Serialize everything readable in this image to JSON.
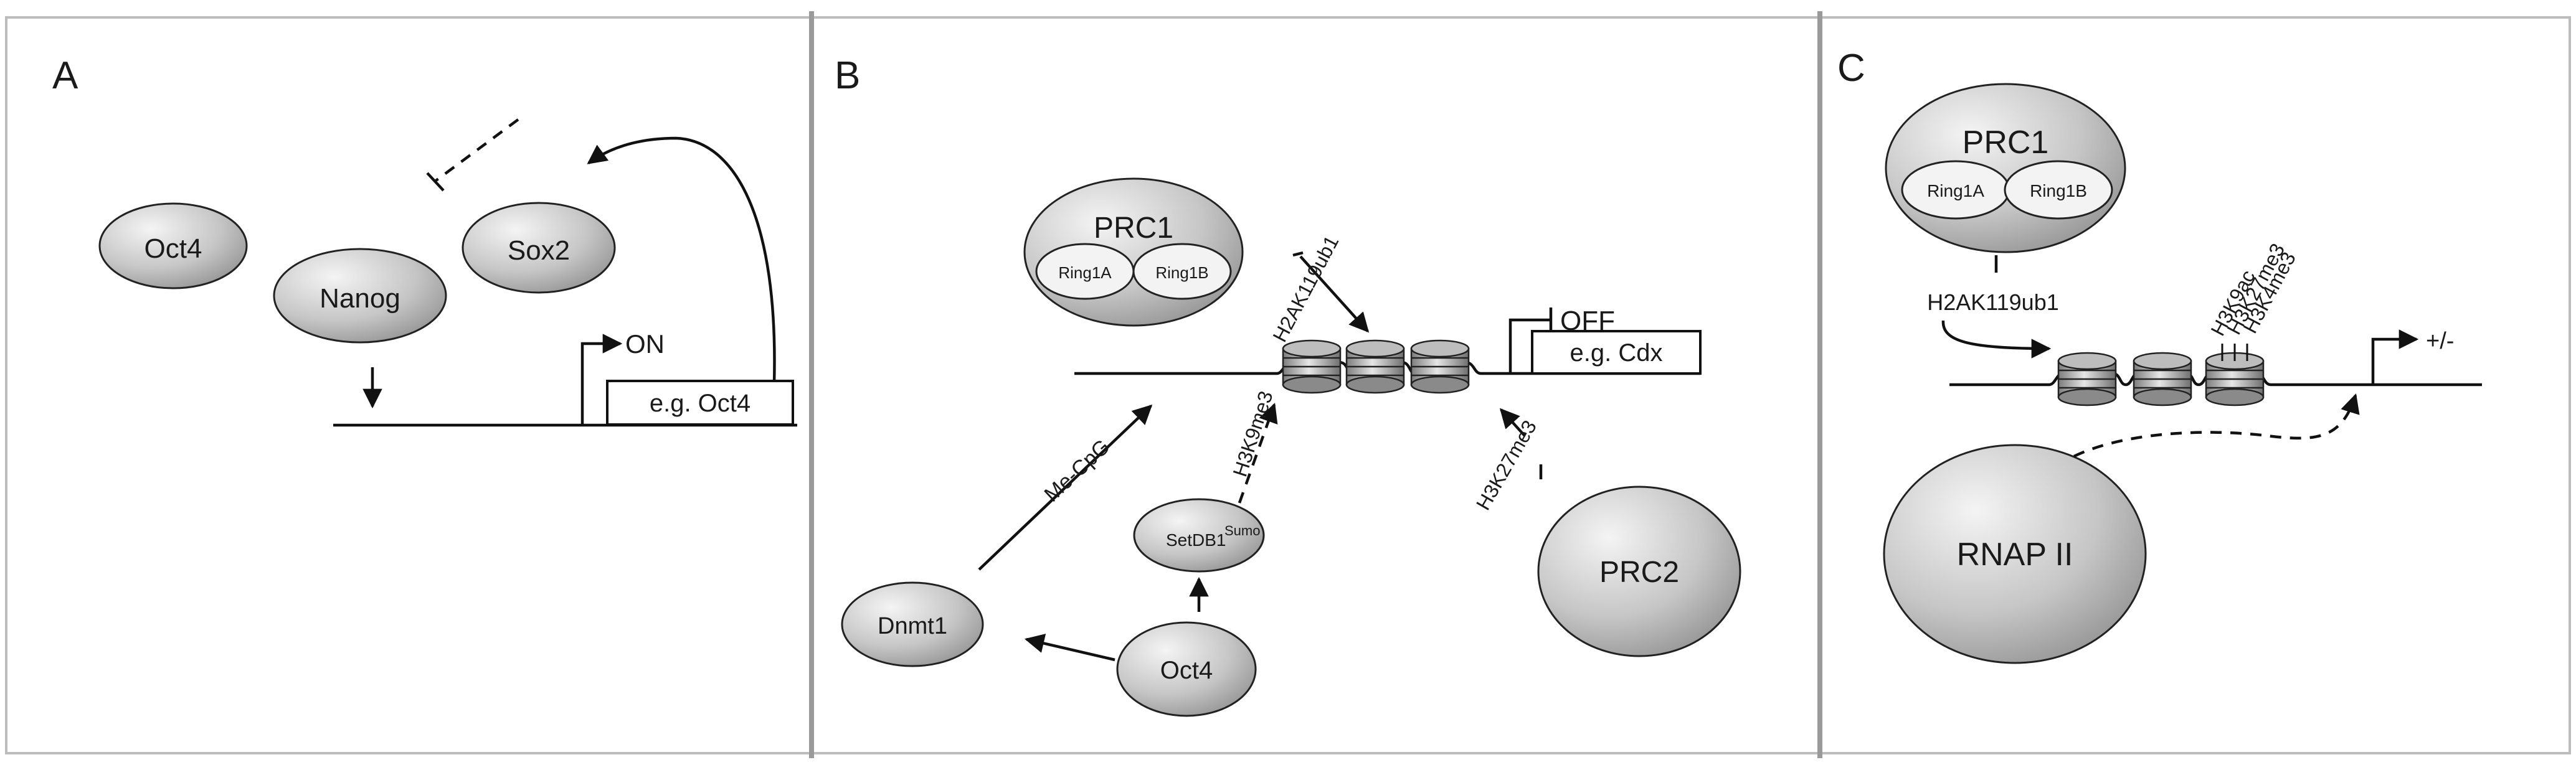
{
  "panels": {
    "a": {
      "letter": "A",
      "proteins": {
        "oct4": "Oct4",
        "nanog": "Nanog",
        "sox2": "Sox2"
      },
      "on_label": "ON",
      "gene_label": "e.g. Oct4"
    },
    "b": {
      "letter": "B",
      "prc1": "PRC1",
      "ring1a": "Ring1A",
      "ring1b": "Ring1B",
      "h2ak119ub1": "H2AK119ub1",
      "off_label": "OFF",
      "gene_label": "e.g. Cdx",
      "me_cpg": "Me-CpG",
      "h3k9me3": "H3K9me3",
      "h3k27me3": "H3K27me3",
      "setdb1": "SetDB1",
      "sumo": "Sumo",
      "dnmt1": "Dnmt1",
      "oct4": "Oct4",
      "prc2": "PRC2"
    },
    "c": {
      "letter": "C",
      "prc1": "PRC1",
      "ring1a": "Ring1A",
      "ring1b": "Ring1B",
      "h2ak119ub1": "H2AK119ub1",
      "marks": [
        "H3K9ac",
        "H3K27me3",
        "H3K4me3"
      ],
      "plus_minus": "+/-",
      "rnap": "RNAP II"
    }
  },
  "colors": {
    "protein_light": "#f4f4f4",
    "protein_dark": "#8a8a8a",
    "frame": "#bdbdbd",
    "divider": "#9a9a9a"
  }
}
